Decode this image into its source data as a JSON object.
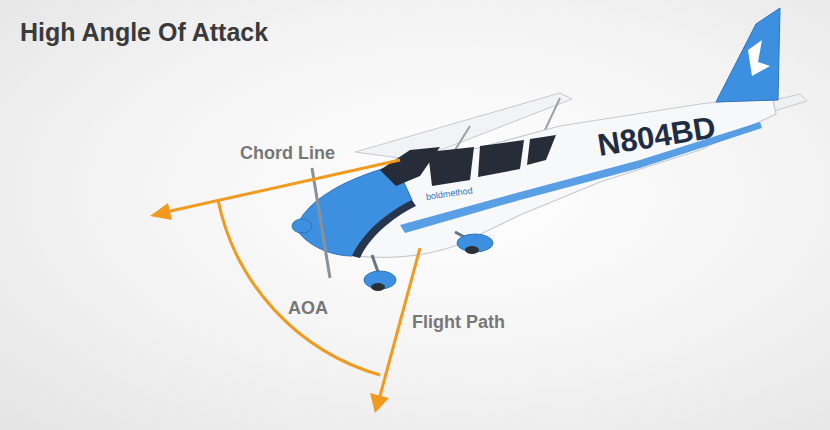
{
  "diagram": {
    "title": "High Angle Of Attack",
    "labels": [
      "Chord Line",
      "AOA",
      "Flight Path",
      "N804BD",
      "boldmethod"
    ]
  }
}
